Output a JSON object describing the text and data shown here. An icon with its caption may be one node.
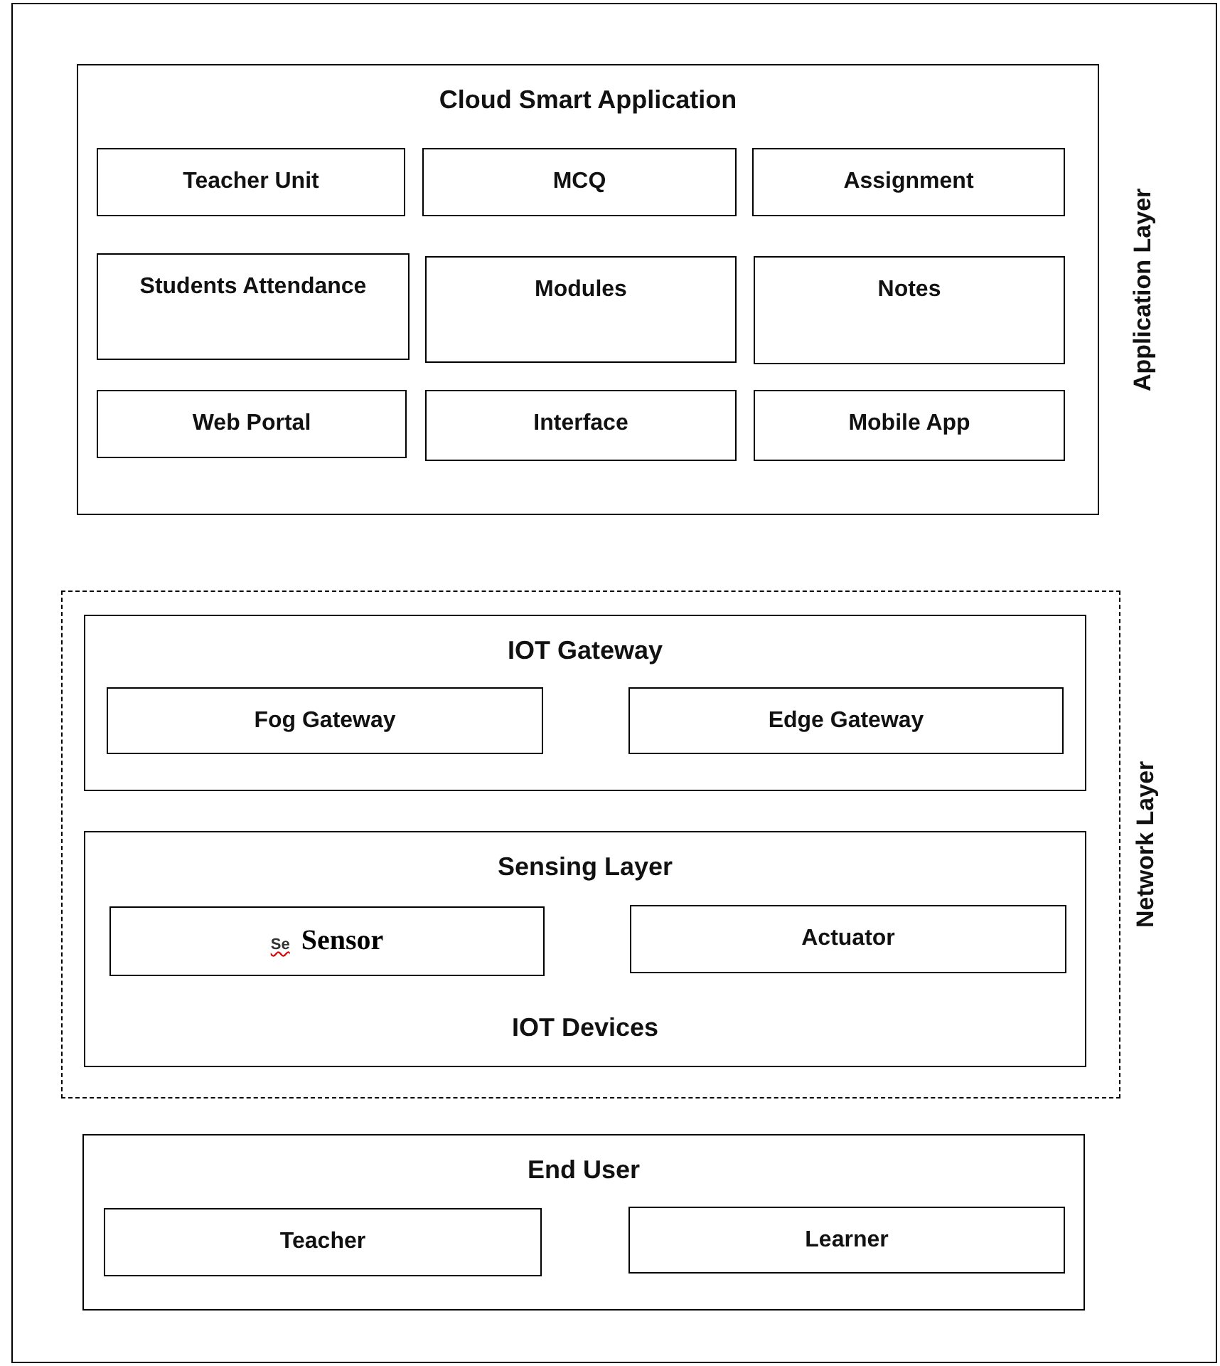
{
  "diagram": {
    "nodes": [
      {
        "text": [
          "Cloud Smart Application"
        ],
        "beside": [
          "Application Layer"
        ]
      },
      {
        "text": [
          "Teacher Unit"
        ],
        "in": 0
      },
      {
        "text": [
          "MCQ"
        ],
        "in": 0
      },
      {
        "text": [
          "Assignment"
        ],
        "in": 0
      },
      {
        "text": [
          "Students Attendance"
        ],
        "in": 0
      },
      {
        "text": [
          "Modules"
        ],
        "in": 0
      },
      {
        "text": [
          "Notes"
        ],
        "in": 0
      },
      {
        "text": [
          "Web Portal"
        ],
        "in": 0
      },
      {
        "text": [
          "Interface"
        ],
        "in": 0
      },
      {
        "text": [
          "Mobile App"
        ],
        "in": 0
      },
      {
        "text": [
          "Network Layer"
        ]
      },
      {
        "text": [
          "IOT Gateway"
        ],
        "in": 10
      },
      {
        "text": [
          "Fog Gateway"
        ],
        "in": 11
      },
      {
        "text": [
          "Edge Gateway"
        ],
        "in": 11
      },
      {
        "text": [
          "Sensing Layer",
          "IOT Devices"
        ],
        "in": 10
      },
      {
        "text": [
          "Se",
          "Sensor"
        ],
        "in": 14
      },
      {
        "text": [
          "Actuator"
        ],
        "in": 14
      },
      {
        "text": [
          "End User"
        ]
      },
      {
        "text": [
          "Teacher"
        ],
        "in": 17
      },
      {
        "text": [
          "Learner"
        ],
        "in": 17
      }
    ]
  }
}
